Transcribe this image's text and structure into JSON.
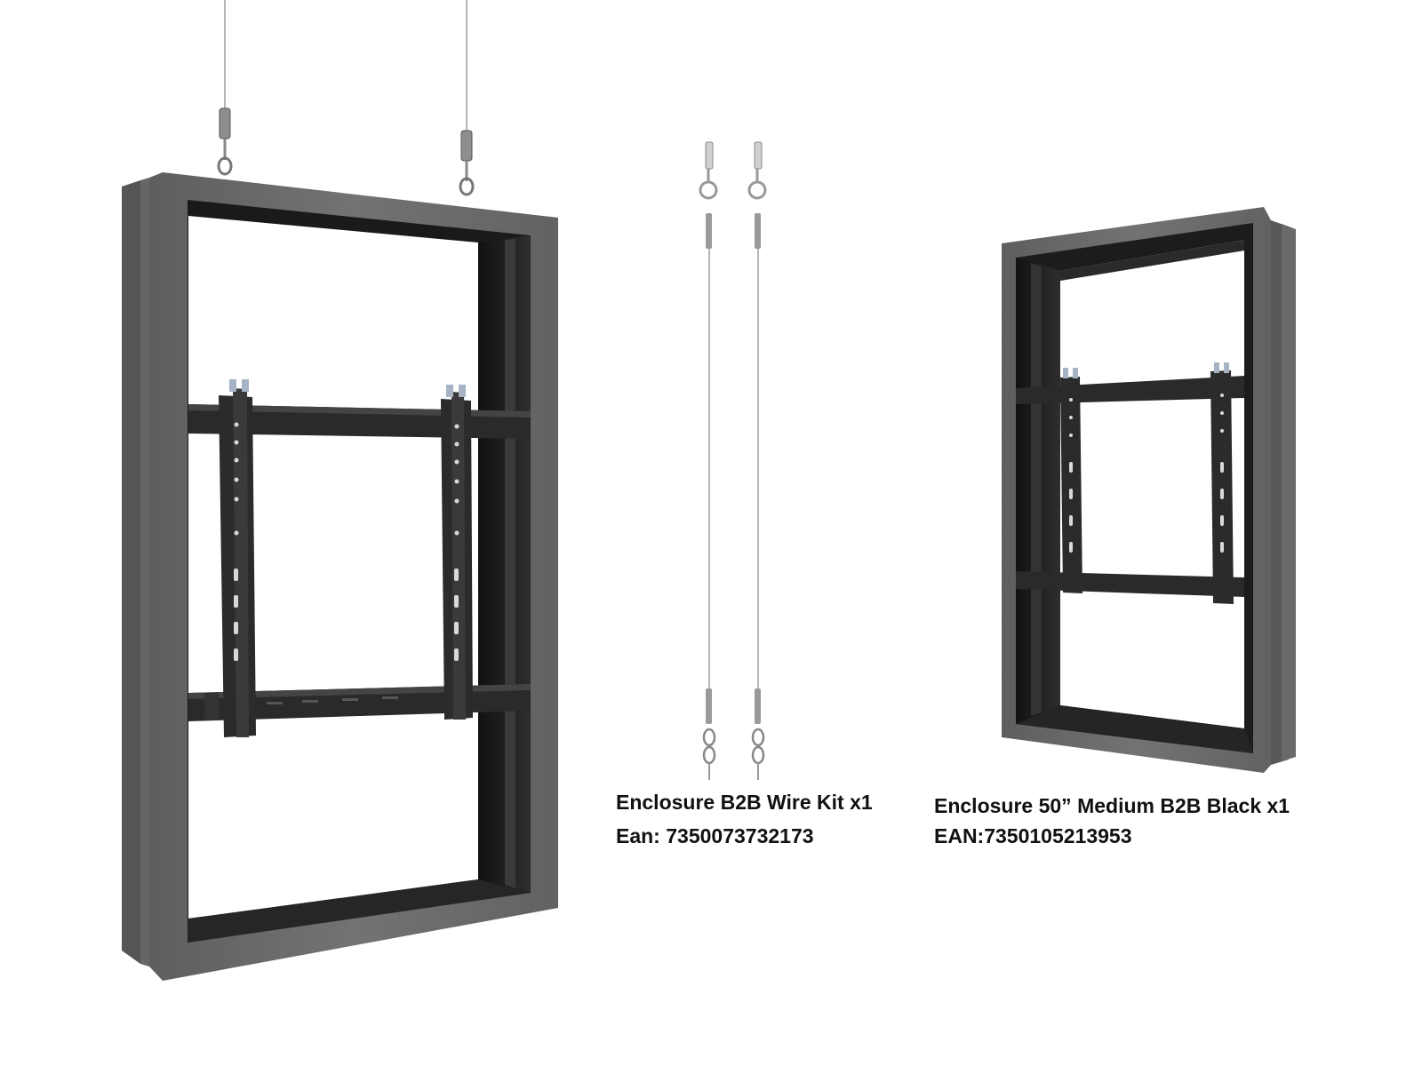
{
  "products": {
    "wire_kit": {
      "title": "Enclosure B2B Wire Kit x1",
      "ean": "Ean: 7350073732173"
    },
    "enclosure": {
      "title": "Enclosure 50” Medium B2B Black x1",
      "ean": "EAN:7350105213953"
    }
  },
  "colors": {
    "frame_face": "#6b6b6b",
    "frame_side": "#4a4a4a",
    "frame_inner": "#1f1f1f",
    "bracket": "#2a2a2a",
    "wire": "#b8b8b8",
    "hardware": "#9a9a9a",
    "text": "#111111"
  }
}
